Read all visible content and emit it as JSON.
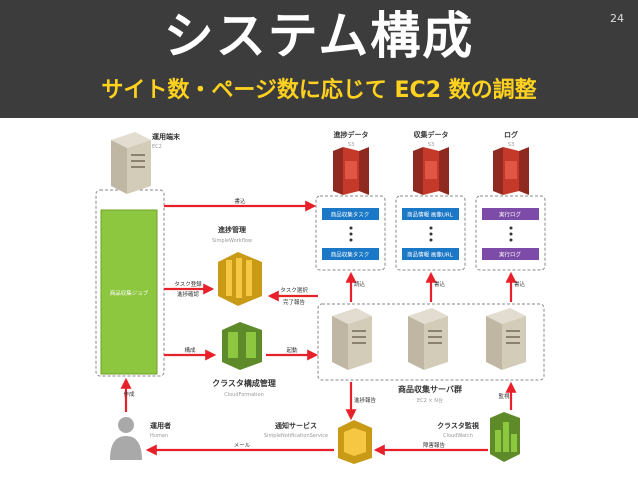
{
  "slide": {
    "title": "システム構成",
    "subtitle": "サイト数・ページ数に応じて EC2 数の調整",
    "page_number": "24"
  },
  "nodes": {
    "ops_terminal": {
      "label": "運用端末",
      "sub": "EC2"
    },
    "progress_data": {
      "label": "進捗データ",
      "sub": "S3"
    },
    "collect_data": {
      "label": "収集データ",
      "sub": "S3"
    },
    "log": {
      "label": "ログ",
      "sub": "S3"
    },
    "progress_mgmt": {
      "label": "進捗管理",
      "sub": "SimpleWorkflow"
    },
    "cluster_build": {
      "label": "クラスタ構成管理",
      "sub": "CloudFormation"
    },
    "server_group": {
      "label": "商品収集サーバ群",
      "sub": "EC2 × N台"
    },
    "operator": {
      "label": "運用者",
      "sub": "Human"
    },
    "notify": {
      "label": "通知サービス",
      "sub": "SimpleNotificationService"
    },
    "monitor": {
      "label": "クラスタ監視",
      "sub": "CloudWatch"
    },
    "job_box": {
      "label": "商品収集ジョブ"
    }
  },
  "cards": {
    "progress": [
      "商品収集タスク",
      "商品収集タスク"
    ],
    "collect": [
      "商品情報 画像URL",
      "商品情報 画像URL"
    ],
    "log": [
      "実行ログ",
      "実行ログ"
    ]
  },
  "arrows": {
    "write_top": "書込",
    "task_reg": "タスク登録",
    "progress_check": "進捗確認",
    "task_select": "タスク選択",
    "done_report": "完了報告",
    "build": "構成",
    "start": "起動",
    "read": "読込",
    "write1": "書込",
    "write2": "書込",
    "create": "作成",
    "progress_notify": "進捗報告",
    "monitoring": "監視",
    "fault_report": "障害報告",
    "mail": "メール"
  },
  "colors": {
    "header_bg": "#3c3c3c",
    "subtitle": "#ffd21f",
    "arrow": "#e8202a",
    "s3": "#c5392a",
    "green": "#8dc63f",
    "card_blue": "#1b78c6",
    "card_purple": "#7c4ca8"
  }
}
